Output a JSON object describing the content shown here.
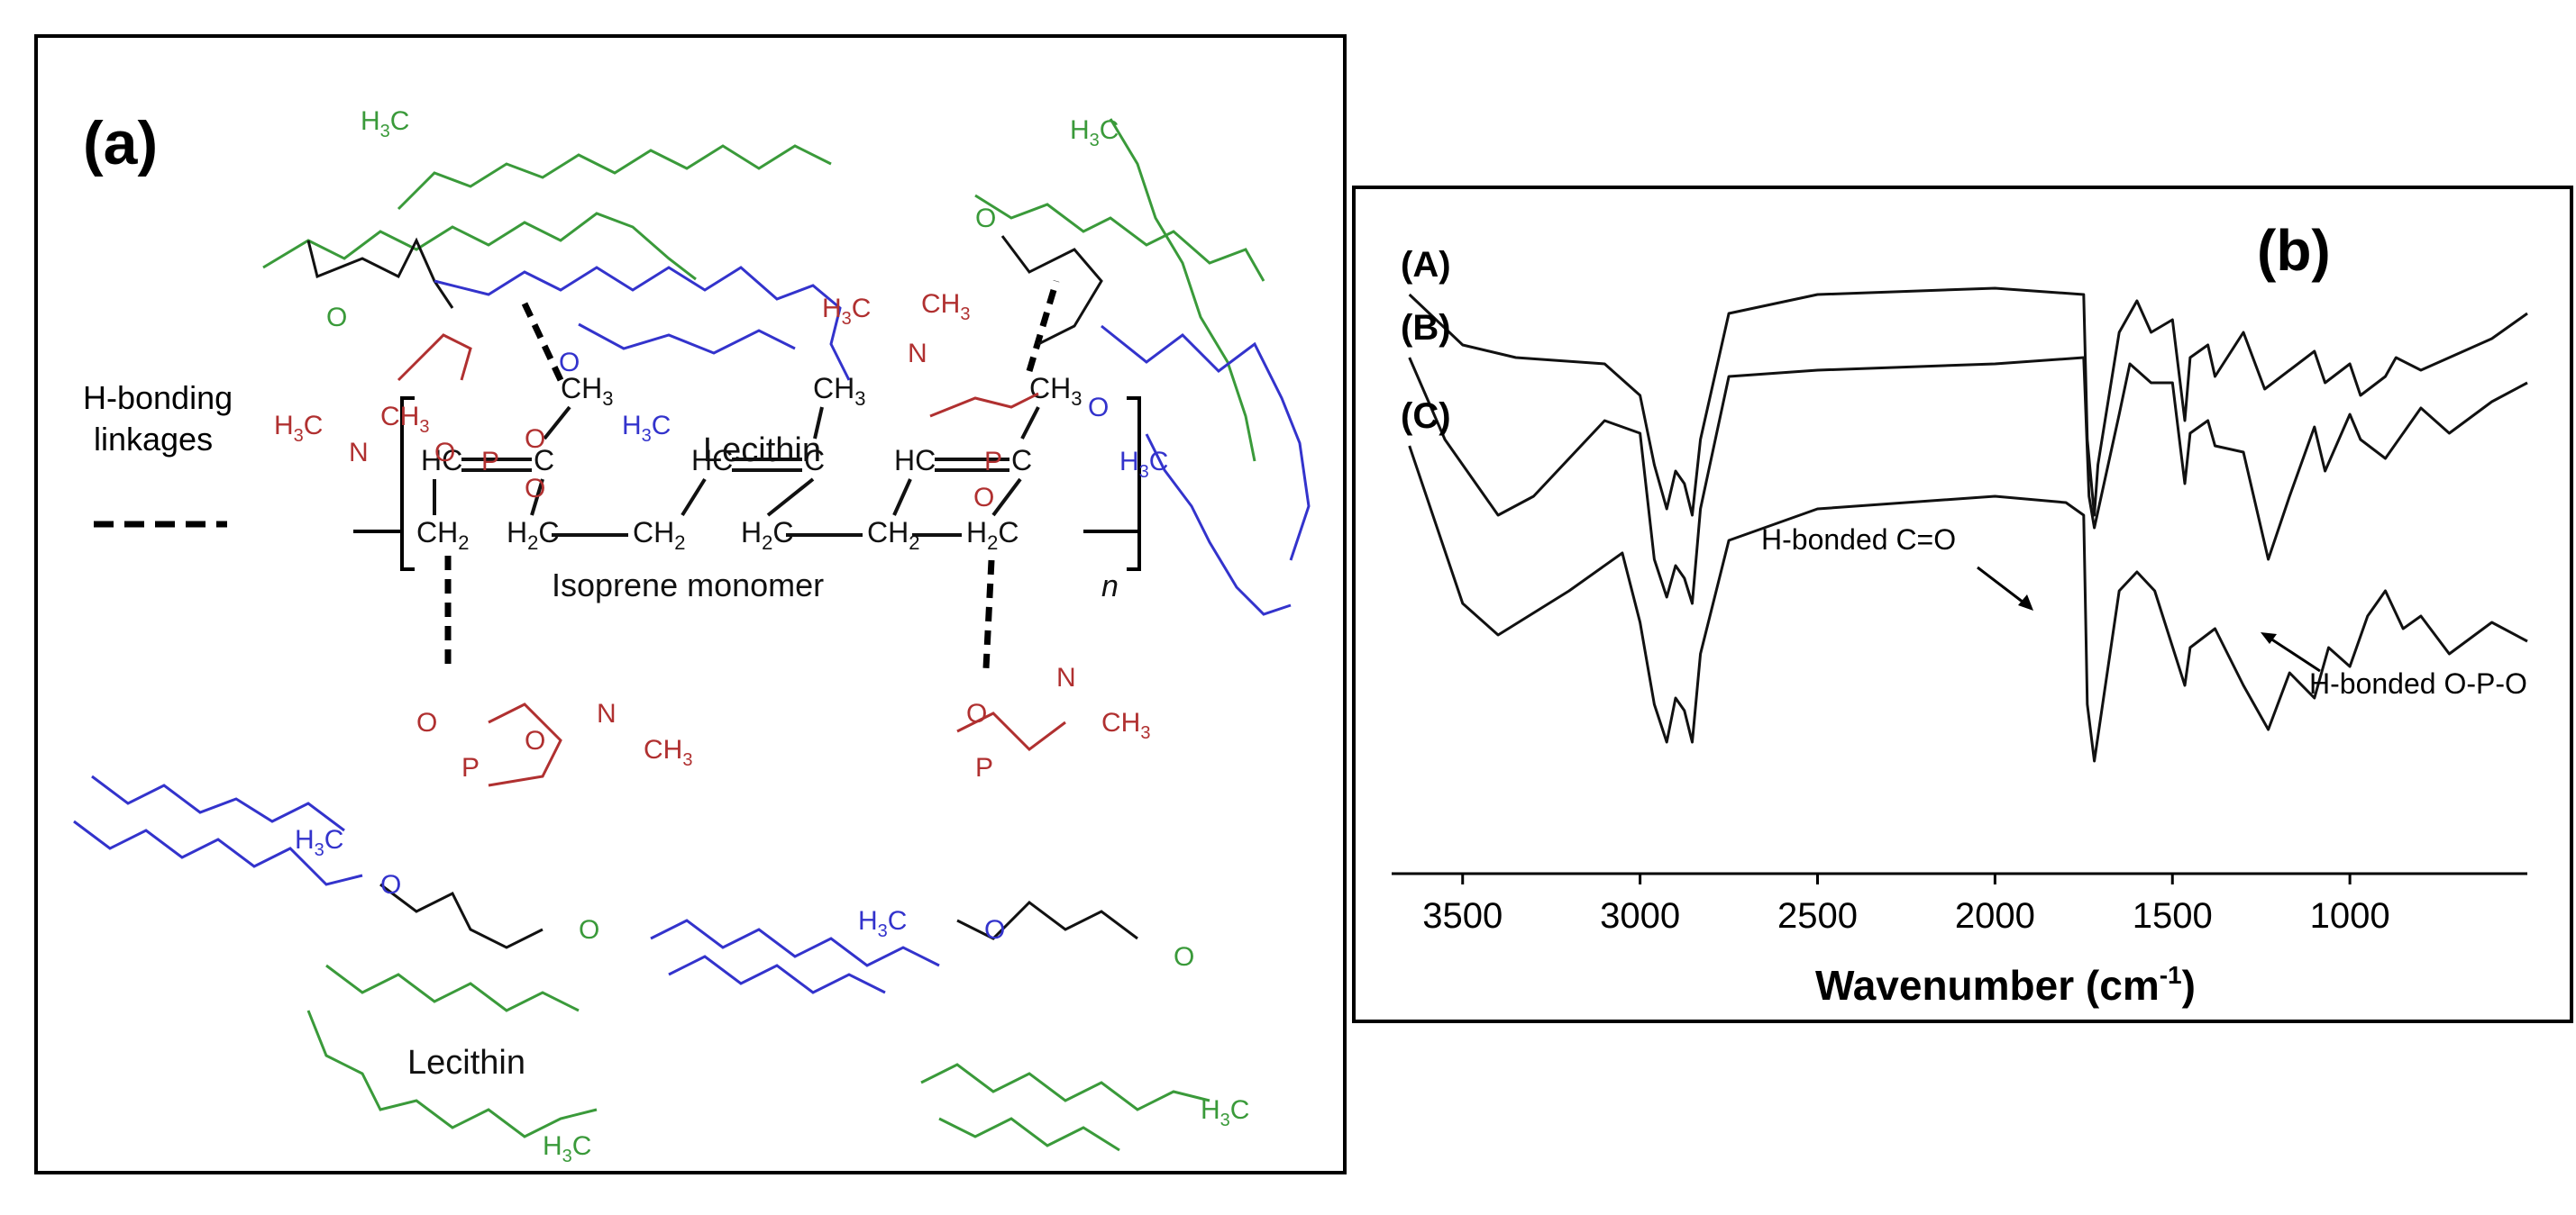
{
  "panel_a": {
    "label": "(a)",
    "legend_text": [
      "H-bonding",
      "linkages"
    ],
    "lecithin_label": "Lecithin",
    "monomer_label": "Isoprene monomer",
    "repeat_n": "n",
    "colors": {
      "acyl": "#3a9a3a",
      "head": "#b03030",
      "chain": "#3333cc",
      "backbone": "#111111"
    }
  },
  "panel_b": {
    "label": "(b)",
    "annotations": {
      "co": "H-bonded C=O",
      "opo": "H-bonded O-P-O"
    }
  },
  "chart_data": {
    "type": "line",
    "xlabel": "Wavenumber (cm-1)",
    "x_reversed": true,
    "xlim": [
      3700,
      500
    ],
    "xticks": [
      3500,
      3000,
      2500,
      2000,
      1500,
      1000
    ],
    "series": [
      {
        "name": "(A)",
        "x": [
          3650,
          3500,
          3350,
          3100,
          3000,
          2960,
          2925,
          2900,
          2875,
          2853,
          2830,
          2750,
          2500,
          2000,
          1750,
          1740,
          1720,
          1710,
          1650,
          1600,
          1560,
          1500,
          1465,
          1450,
          1400,
          1380,
          1300,
          1240,
          1170,
          1100,
          1070,
          1000,
          970,
          900,
          870,
          800,
          720,
          600,
          500
        ],
        "y": [
          8.9,
          8.1,
          7.9,
          7.8,
          7.3,
          6.2,
          5.5,
          6.1,
          5.9,
          5.4,
          6.6,
          8.6,
          8.9,
          9.0,
          8.9,
          6.6,
          5.4,
          6.2,
          8.3,
          8.8,
          8.3,
          8.5,
          6.9,
          7.9,
          8.1,
          7.6,
          8.3,
          7.4,
          7.7,
          8.0,
          7.5,
          7.8,
          7.3,
          7.6,
          7.9,
          7.7,
          7.9,
          8.2,
          8.6
        ]
      },
      {
        "name": "(B)",
        "x": [
          3650,
          3550,
          3400,
          3300,
          3100,
          3000,
          2960,
          2925,
          2900,
          2875,
          2853,
          2830,
          2750,
          2500,
          2000,
          1750,
          1735,
          1720,
          1650,
          1620,
          1560,
          1500,
          1465,
          1450,
          1400,
          1380,
          1300,
          1230,
          1170,
          1100,
          1070,
          1000,
          970,
          900,
          800,
          720,
          600,
          500
        ],
        "y": [
          7.9,
          6.6,
          5.4,
          5.7,
          6.9,
          6.7,
          4.7,
          4.1,
          4.6,
          4.4,
          4.0,
          5.5,
          7.6,
          7.7,
          7.8,
          7.9,
          5.7,
          5.2,
          7.0,
          7.8,
          7.5,
          7.5,
          5.9,
          6.7,
          6.9,
          6.5,
          6.4,
          4.7,
          5.7,
          6.8,
          6.1,
          7.0,
          6.6,
          6.3,
          7.1,
          6.7,
          7.2,
          7.5
        ]
      },
      {
        "name": "(C)",
        "x": [
          3650,
          3500,
          3400,
          3200,
          3050,
          3000,
          2960,
          2925,
          2900,
          2875,
          2853,
          2830,
          2750,
          2500,
          2000,
          1800,
          1750,
          1740,
          1720,
          1650,
          1600,
          1550,
          1465,
          1450,
          1380,
          1300,
          1230,
          1170,
          1100,
          1060,
          1000,
          950,
          900,
          850,
          800,
          720,
          600,
          500
        ],
        "y": [
          6.5,
          4.0,
          3.5,
          4.2,
          4.8,
          3.7,
          2.4,
          1.8,
          2.5,
          2.3,
          1.8,
          3.2,
          5.0,
          5.5,
          5.7,
          5.6,
          5.4,
          2.4,
          1.5,
          4.2,
          4.5,
          4.2,
          2.7,
          3.3,
          3.6,
          2.7,
          2.0,
          2.9,
          2.5,
          3.3,
          3.0,
          3.8,
          4.2,
          3.6,
          3.8,
          3.2,
          3.7,
          3.4
        ]
      }
    ]
  }
}
